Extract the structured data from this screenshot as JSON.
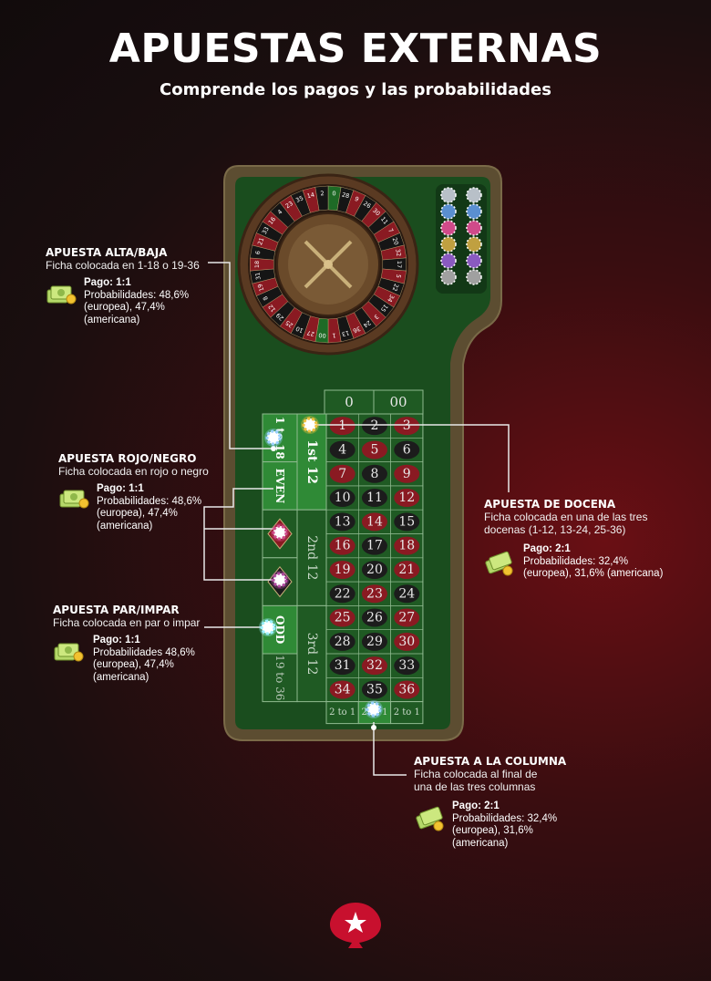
{
  "header": {
    "title": "APUESTAS EXTERNAS",
    "subtitle": "Comprende los pagos y las probabilidades"
  },
  "annotations": {
    "alta_baja": {
      "heading": "APUESTA ALTA/BAJA",
      "desc": "Ficha colocada en 1-18 o 19-36",
      "payout": "Pago: 1:1",
      "odds_1": "Probabilidades: 48,6%",
      "odds_2": "(europea), 47,4%",
      "odds_3": "(americana)"
    },
    "rojo_negro": {
      "heading": "APUESTA ROJO/NEGRO",
      "desc": "Ficha colocada en rojo o negro",
      "payout": "Pago: 1:1",
      "odds_1": "Probabilidades: 48,6%",
      "odds_2": "(europea), 47,4%",
      "odds_3": "(americana)"
    },
    "par_impar": {
      "heading": "APUESTA PAR/IMPAR",
      "desc": "Ficha colocada en par o impar",
      "payout": "Pago: 1:1",
      "odds_1": "Probabilidades 48,6%",
      "odds_2": "(europea), 47,4%",
      "odds_3": "(americana)"
    },
    "docena": {
      "heading": "APUESTA DE DOCENA",
      "desc_1": "Ficha colocada en una de las tres",
      "desc_2": "docenas (1-12, 13-24, 25-36)",
      "payout": "Pago: 2:1",
      "odds_1": "Probabilidades: 32,4%",
      "odds_2": "(europea), 31,6% (americana)"
    },
    "columna": {
      "heading": "APUESTA A LA COLUMNA",
      "desc_1": "Ficha colocada al final de",
      "desc_2": "una de las tres columnas",
      "payout": "Pago: 2:1",
      "odds_1": "Probabilidades: 32,4%",
      "odds_2": "(europea), 31,6%",
      "odds_3": "(americana)"
    }
  },
  "board": {
    "zero": "0",
    "double_zero": "00",
    "numbers": [
      [
        "1",
        "2",
        "3"
      ],
      [
        "4",
        "5",
        "6"
      ],
      [
        "7",
        "8",
        "9"
      ],
      [
        "10",
        "11",
        "12"
      ],
      [
        "13",
        "14",
        "15"
      ],
      [
        "16",
        "17",
        "18"
      ],
      [
        "19",
        "20",
        "21"
      ],
      [
        "22",
        "23",
        "24"
      ],
      [
        "25",
        "26",
        "27"
      ],
      [
        "28",
        "29",
        "30"
      ],
      [
        "31",
        "32",
        "33"
      ],
      [
        "34",
        "35",
        "36"
      ]
    ],
    "red_numbers": [
      1,
      3,
      5,
      7,
      9,
      12,
      14,
      16,
      18,
      19,
      21,
      23,
      25,
      27,
      30,
      32,
      34,
      36
    ],
    "dozens": [
      "1st 12",
      "2nd 12",
      "3rd 12"
    ],
    "outside": [
      "1 to 18",
      "EVEN",
      "",
      "",
      "ODD",
      "19 to 36"
    ],
    "columns": [
      "2 to 1",
      "2 to 1",
      "2 to 1"
    ]
  },
  "wheel": {
    "numbers": [
      "0",
      "28",
      "9",
      "26",
      "30",
      "11",
      "7",
      "20",
      "32",
      "17",
      "5",
      "22",
      "34",
      "15",
      "3",
      "24",
      "36",
      "13",
      "1",
      "00",
      "27",
      "10",
      "25",
      "29",
      "12",
      "8",
      "19",
      "31",
      "18",
      "6",
      "21",
      "33",
      "16",
      "4",
      "23",
      "35",
      "14",
      "2"
    ]
  },
  "colors": {
    "felt": "#1f5a23",
    "felt_dark": "#16461a",
    "rail": "#6b5a3a",
    "red": "#8a1a22",
    "black": "#1c1c1c",
    "highlight": "#2f8a36"
  }
}
